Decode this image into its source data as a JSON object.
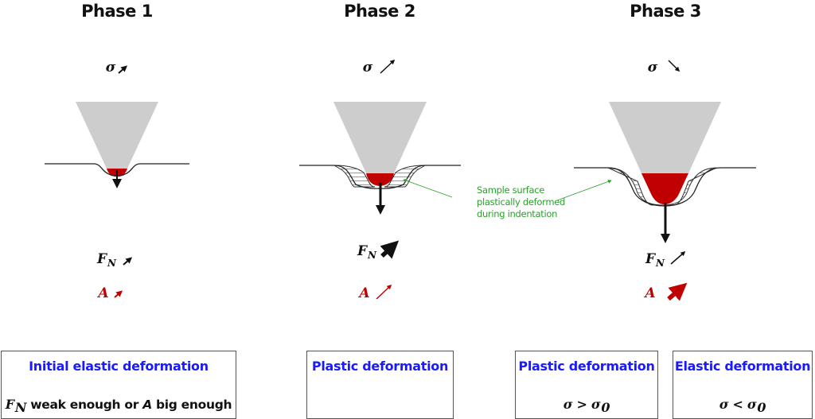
{
  "phases": [
    {
      "title": "Phase 1",
      "stress_symbol": "σ",
      "stress_trend": "increasing-small",
      "force_symbol": "F",
      "force_subscript": "N",
      "force_trend": "increasing-small",
      "area_symbol": "A",
      "area_trend": "increasing-small"
    },
    {
      "title": "Phase 2",
      "stress_symbol": "σ",
      "stress_trend": "increasing",
      "force_symbol": "F",
      "force_subscript": "N",
      "force_trend": "increasing-strong",
      "area_symbol": "A",
      "area_trend": "increasing"
    },
    {
      "title": "Phase 3",
      "stress_symbol": "σ",
      "stress_trend": "decreasing",
      "force_symbol": "F",
      "force_subscript": "N",
      "force_trend": "increasing",
      "area_symbol": "A",
      "area_trend": "increasing-strong"
    }
  ],
  "annotation": {
    "lines": [
      "Sample surface",
      "plastically deformed",
      "during indentation"
    ]
  },
  "boxes": [
    {
      "title": "Initial elastic deformation",
      "condition_prefix_symbol": "F",
      "condition_prefix_subscript": "N",
      "condition_mid": " weak enough or ",
      "condition_symbol": "A",
      "condition_suffix": " big enough"
    },
    {
      "title": "Plastic deformation"
    },
    {
      "title": "Plastic deformation",
      "condition": "σ > σ",
      "condition_subscript": "0"
    },
    {
      "title": "Elastic deformation",
      "condition": "σ < σ",
      "condition_subscript": "0"
    }
  ],
  "colors": {
    "indenter": "#cdcdcd",
    "contact": "#c00000",
    "box_title": "#1a1aff",
    "annotation": "#2aa02a",
    "area_symbol": "#c00000"
  }
}
